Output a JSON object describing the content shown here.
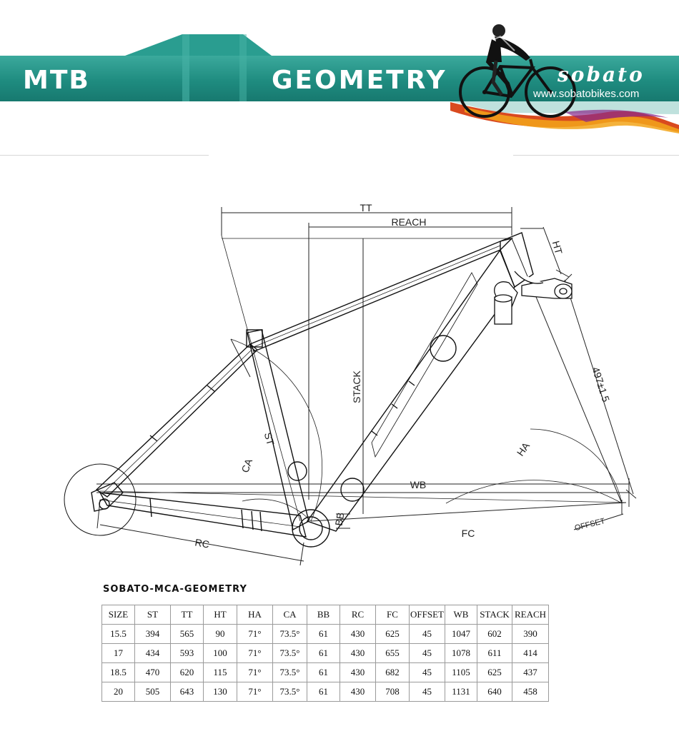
{
  "header": {
    "left_title": "MTB",
    "right_title": "GEOMETRY",
    "brand": "sobato",
    "url": "www.sobatobikes.com",
    "accent_color": "#1f8c80"
  },
  "diagram": {
    "labels": {
      "tt": "TT",
      "reach": "REACH",
      "ht": "HT",
      "stack": "STACK",
      "fork": "497±1.5",
      "ha": "HA",
      "st": "ST",
      "ca": "CA",
      "wb": "WB",
      "bb": "BB",
      "rc": "RC",
      "fc": "FC",
      "offset": "OFFSET"
    }
  },
  "table": {
    "title": "SOBATO-MCA-GEOMETRY",
    "headers": [
      "SIZE",
      "ST",
      "TT",
      "HT",
      "HA",
      "CA",
      "BB",
      "RC",
      "FC",
      "OFFSET",
      "WB",
      "STACK",
      "REACH"
    ],
    "rows": [
      [
        "15.5",
        "394",
        "565",
        "90",
        "71°",
        "73.5°",
        "61",
        "430",
        "625",
        "45",
        "1047",
        "602",
        "390"
      ],
      [
        "17",
        "434",
        "593",
        "100",
        "71°",
        "73.5°",
        "61",
        "430",
        "655",
        "45",
        "1078",
        "611",
        "414"
      ],
      [
        "18.5",
        "470",
        "620",
        "115",
        "71°",
        "73.5°",
        "61",
        "430",
        "682",
        "45",
        "1105",
        "625",
        "437"
      ],
      [
        "20",
        "505",
        "643",
        "130",
        "71°",
        "73.5°",
        "61",
        "430",
        "708",
        "45",
        "1131",
        "640",
        "458"
      ]
    ]
  }
}
